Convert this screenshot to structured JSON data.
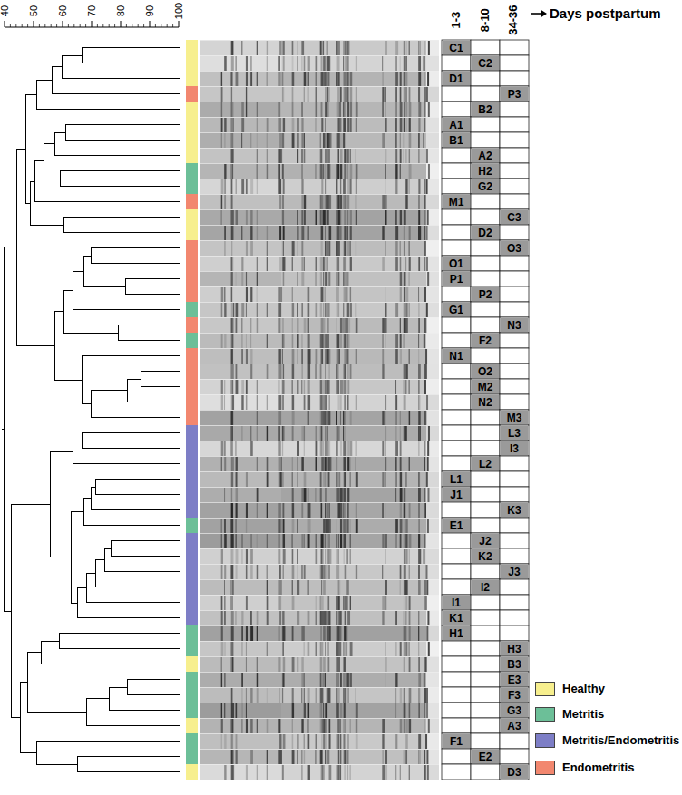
{
  "diagram": {
    "nodes": [
      {
        "text": [
          "C1"
        ]
      },
      {
        "text": [
          "C2"
        ]
      },
      {
        "text": [
          "D1"
        ]
      },
      {
        "text": [
          "P3"
        ]
      },
      {
        "text": [
          "B2"
        ]
      },
      {
        "text": [
          "A1"
        ]
      },
      {
        "text": [
          "B1"
        ]
      },
      {
        "text": [
          "A2"
        ]
      },
      {
        "text": [
          "H2"
        ]
      },
      {
        "text": [
          "G2"
        ]
      },
      {
        "text": [
          "M1"
        ]
      },
      {
        "text": [
          "C3"
        ]
      },
      {
        "text": [
          "D2"
        ]
      },
      {
        "text": [
          "O3"
        ]
      },
      {
        "text": [
          "O1"
        ]
      },
      {
        "text": [
          "P1"
        ]
      },
      {
        "text": [
          "P2"
        ]
      },
      {
        "text": [
          "G1"
        ]
      },
      {
        "text": [
          "N3"
        ]
      },
      {
        "text": [
          "F2"
        ]
      },
      {
        "text": [
          "N1"
        ]
      },
      {
        "text": [
          "O2"
        ]
      },
      {
        "text": [
          "M2"
        ]
      },
      {
        "text": [
          "N2"
        ]
      },
      {
        "text": [
          "M3"
        ]
      },
      {
        "text": [
          "L3"
        ]
      },
      {
        "text": [
          "I3"
        ]
      },
      {
        "text": [
          "L2"
        ]
      },
      {
        "text": [
          "L1"
        ]
      },
      {
        "text": [
          "J1"
        ]
      },
      {
        "text": [
          "K3"
        ]
      },
      {
        "text": [
          "E1"
        ]
      },
      {
        "text": [
          "J2"
        ]
      },
      {
        "text": [
          "K2"
        ]
      },
      {
        "text": [
          "J3"
        ]
      },
      {
        "text": [
          "I2"
        ]
      },
      {
        "text": [
          "I1"
        ]
      },
      {
        "text": [
          "K1"
        ]
      },
      {
        "text": [
          "H1"
        ]
      },
      {
        "text": [
          "H3"
        ]
      },
      {
        "text": [
          "B3"
        ]
      },
      {
        "text": [
          "E3"
        ]
      },
      {
        "text": [
          "F3"
        ]
      },
      {
        "text": [
          "G3"
        ]
      },
      {
        "text": [
          "A3"
        ]
      },
      {
        "text": [
          "F1"
        ]
      },
      {
        "text": [
          "E2"
        ]
      },
      {
        "text": [
          "D3"
        ]
      }
    ],
    "labels": [
      "40",
      "50",
      "60",
      "70",
      "80",
      "90",
      "100",
      "1-3",
      "8-10",
      "34-36",
      "Days postpartum"
    ],
    "legend": [
      {
        "text": "Healthy",
        "color": "#f7ef8e"
      },
      {
        "text": "Metritis",
        "color": "#6cbf98"
      },
      {
        "text": "Metritis/Endometritis",
        "color": "#7d7ec6"
      },
      {
        "text": "Endometritis",
        "color": "#f2876f"
      }
    ]
  }
}
